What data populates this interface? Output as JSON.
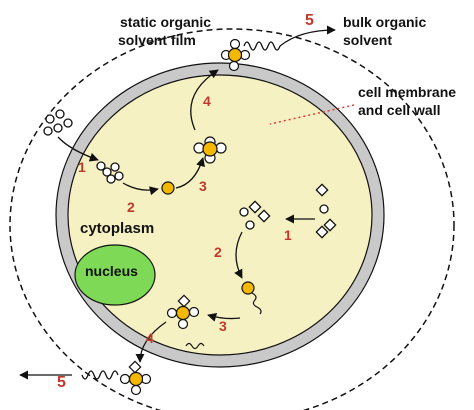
{
  "labels": {
    "static_film": [
      "static organic",
      "solvent film"
    ],
    "bulk_solvent": [
      "bulk organic",
      "solvent"
    ],
    "cell_membrane": [
      "cell membrane",
      "and cell wall"
    ],
    "cytoplasm": "cytoplasm",
    "nucleus": "nucleus"
  },
  "steps": {
    "left": [
      "1",
      "2",
      "3",
      "4",
      "5"
    ],
    "right": [
      "1",
      "2",
      "3",
      "4",
      "5"
    ]
  },
  "colors": {
    "cell_wall": "#c9c9c9",
    "cytoplasm": "#f6f1c3",
    "nucleus": "#7ed957",
    "molecule": "#f5b800",
    "step_number": "#c0392b",
    "leader_line": "#e53935"
  }
}
